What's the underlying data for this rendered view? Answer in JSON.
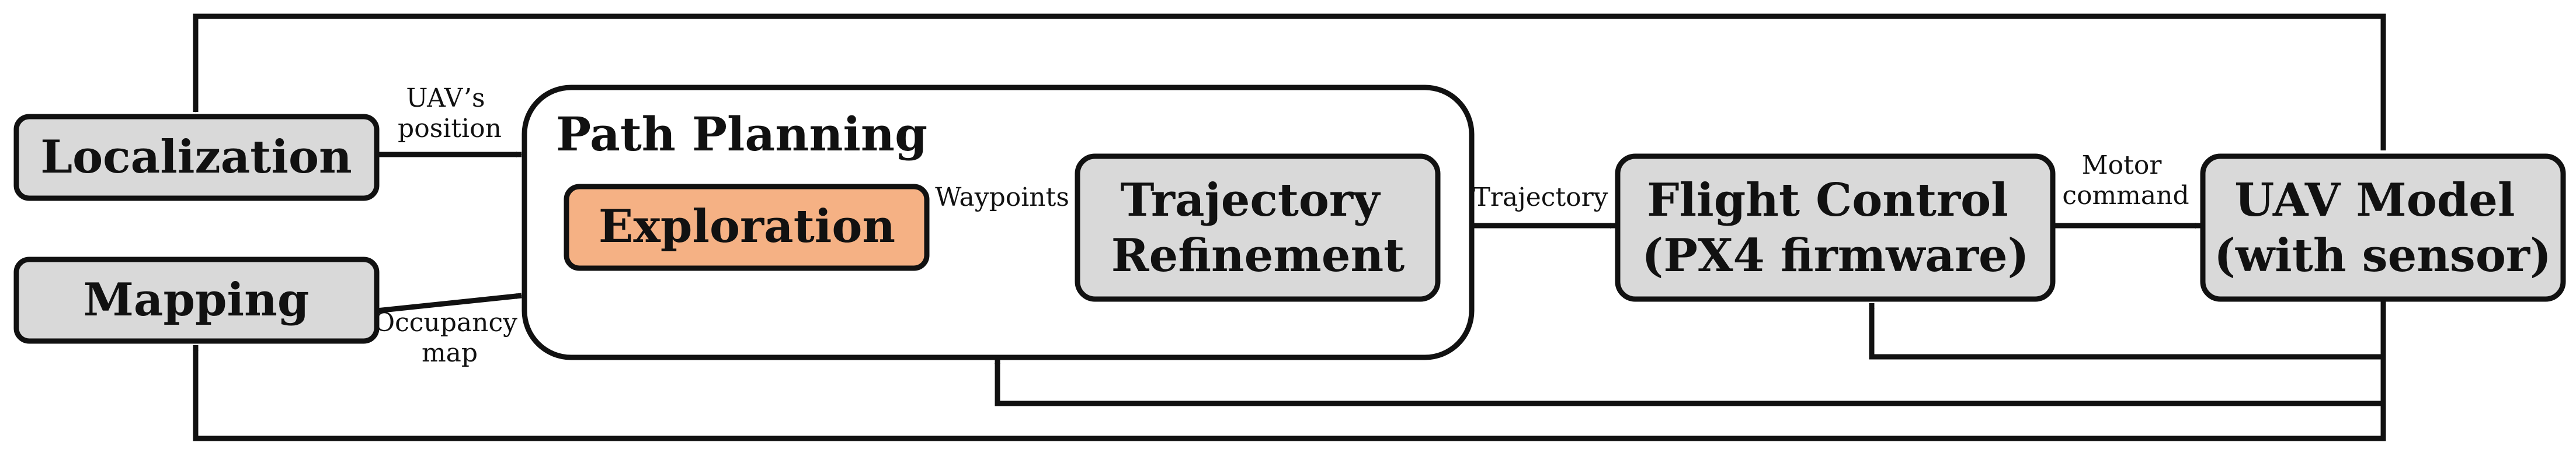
{
  "colors": {
    "box_fill": "#d9d9d9",
    "highlight_fill": "#f5b184",
    "stroke": "#111111",
    "background": "#ffffff"
  },
  "group": {
    "label": "Path Planning"
  },
  "nodes": {
    "localization": [
      "Localization"
    ],
    "mapping": [
      "Mapping"
    ],
    "exploration": [
      "Exploration"
    ],
    "trajectory_refinement": [
      "Trajectory",
      "Refinement"
    ],
    "flight_control": [
      "Flight Control",
      "(PX4 firmware)"
    ],
    "uav_model": [
      "UAV Model",
      "(with sensor)"
    ]
  },
  "edge_labels": {
    "uav_position": [
      "UAV’s",
      "position"
    ],
    "occupancy_map": [
      "Occupancy",
      "map"
    ],
    "waypoints": [
      "Waypoints"
    ],
    "trajectory": [
      "Trajectory"
    ],
    "motor_command": [
      "Motor",
      "command"
    ]
  }
}
